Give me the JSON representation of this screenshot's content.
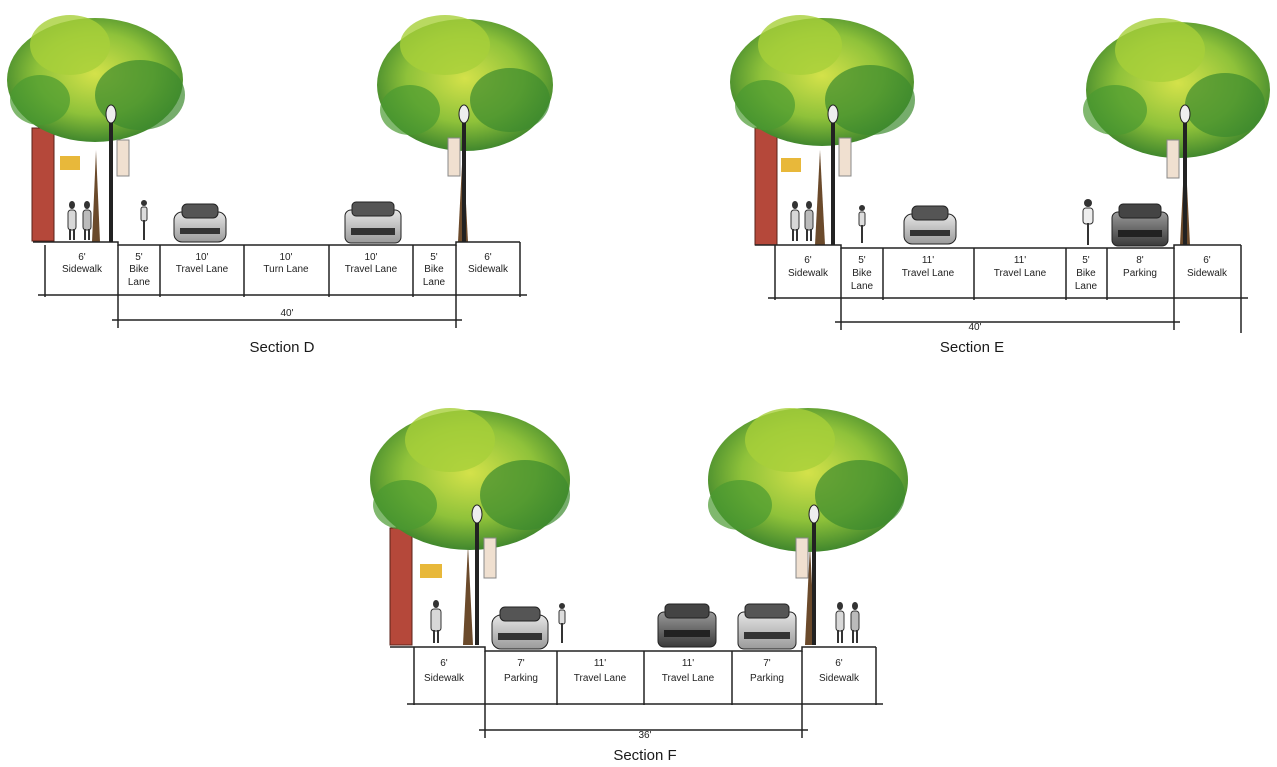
{
  "sections": [
    {
      "title": "Section D",
      "total_width": "40'",
      "lanes": [
        {
          "width": "6'",
          "name": "Sidewalk"
        },
        {
          "width": "5'",
          "name": "Bike Lane"
        },
        {
          "width": "10'",
          "name": "Travel Lane"
        },
        {
          "width": "10'",
          "name": "Turn Lane"
        },
        {
          "width": "10'",
          "name": "Travel Lane"
        },
        {
          "width": "5'",
          "name": "Bike Lane"
        },
        {
          "width": "6'",
          "name": "Sidewalk"
        }
      ]
    },
    {
      "title": "Section E",
      "total_width": "40'",
      "lanes": [
        {
          "width": "6'",
          "name": "Sidewalk"
        },
        {
          "width": "5'",
          "name": "Bike Lane"
        },
        {
          "width": "11'",
          "name": "Travel Lane"
        },
        {
          "width": "11'",
          "name": "Travel Lane"
        },
        {
          "width": "5'",
          "name": "Bike Lane"
        },
        {
          "width": "8'",
          "name": "Parking"
        },
        {
          "width": "6'",
          "name": "Sidewalk"
        }
      ]
    },
    {
      "title": "Section F",
      "total_width": "36'",
      "lanes": [
        {
          "width": "6'",
          "name": "Sidewalk"
        },
        {
          "width": "7'",
          "name": "Parking"
        },
        {
          "width": "11'",
          "name": "Travel Lane"
        },
        {
          "width": "11'",
          "name": "Travel Lane"
        },
        {
          "width": "7'",
          "name": "Parking"
        },
        {
          "width": "6'",
          "name": "Sidewalk"
        }
      ]
    }
  ],
  "colors": {
    "foliage_dark": "#2f7a2a",
    "foliage_light": "#b9d63a",
    "trunk": "#6b4a2b",
    "building": "#b5483a",
    "banner": "#e8b83a",
    "line": "#222222"
  }
}
